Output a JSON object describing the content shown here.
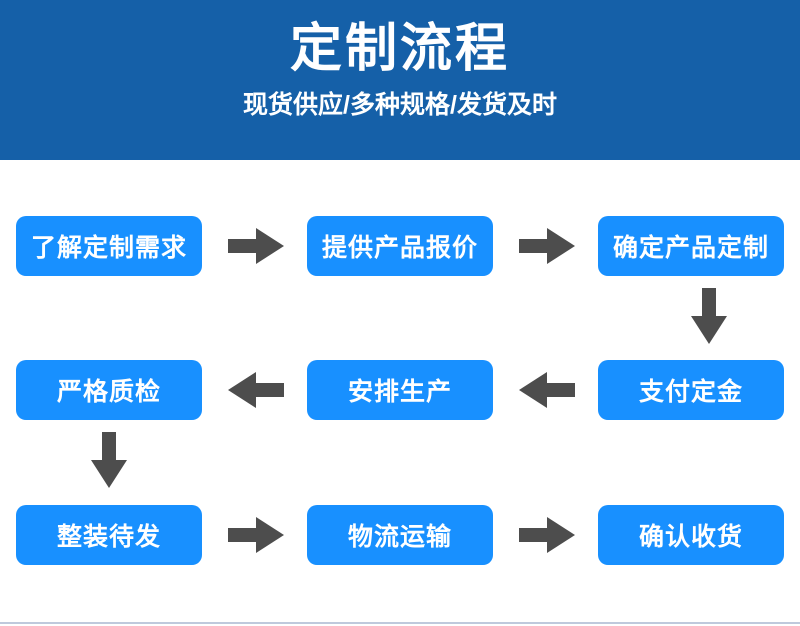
{
  "banner": {
    "title": "定制流程",
    "subtitle": "现货供应/多种规格/发货及时",
    "background_color": "#1560A8",
    "text_color": "#FFFFFF"
  },
  "colors": {
    "box_blue": "#1890FF",
    "banner_blue": "#1560A8",
    "arrow_gray": "#4D4D4D",
    "page_background": "#FFFFFF"
  },
  "flow": {
    "rows": [
      {
        "direction": "left-to-right",
        "steps": [
          {
            "order": 1,
            "label": "了解定制需求"
          },
          {
            "order": 2,
            "label": "提供产品报价"
          },
          {
            "order": 3,
            "label": "确定产品定制"
          }
        ]
      },
      {
        "direction": "right-to-left",
        "steps": [
          {
            "order": 6,
            "label": "严格质检"
          },
          {
            "order": 5,
            "label": "安排生产"
          },
          {
            "order": 4,
            "label": "支付定金"
          }
        ]
      },
      {
        "direction": "left-to-right",
        "steps": [
          {
            "order": 7,
            "label": "整装待发"
          },
          {
            "order": 8,
            "label": "物流运输"
          },
          {
            "order": 9,
            "label": "确认收货"
          }
        ]
      }
    ],
    "connectors": [
      {
        "name": "row1-step1-to-step2",
        "icon": "arrow-right-icon"
      },
      {
        "name": "row1-step2-to-step3",
        "icon": "arrow-right-icon"
      },
      {
        "name": "col3-row1-to-row2",
        "icon": "arrow-down-icon"
      },
      {
        "name": "row2-step4-to-step5",
        "icon": "arrow-left-icon"
      },
      {
        "name": "row2-step5-to-step6",
        "icon": "arrow-left-icon"
      },
      {
        "name": "col1-row2-to-row3",
        "icon": "arrow-down-icon"
      },
      {
        "name": "row3-step7-to-step8",
        "icon": "arrow-right-icon"
      },
      {
        "name": "row3-step8-to-step9",
        "icon": "arrow-right-icon"
      }
    ]
  }
}
